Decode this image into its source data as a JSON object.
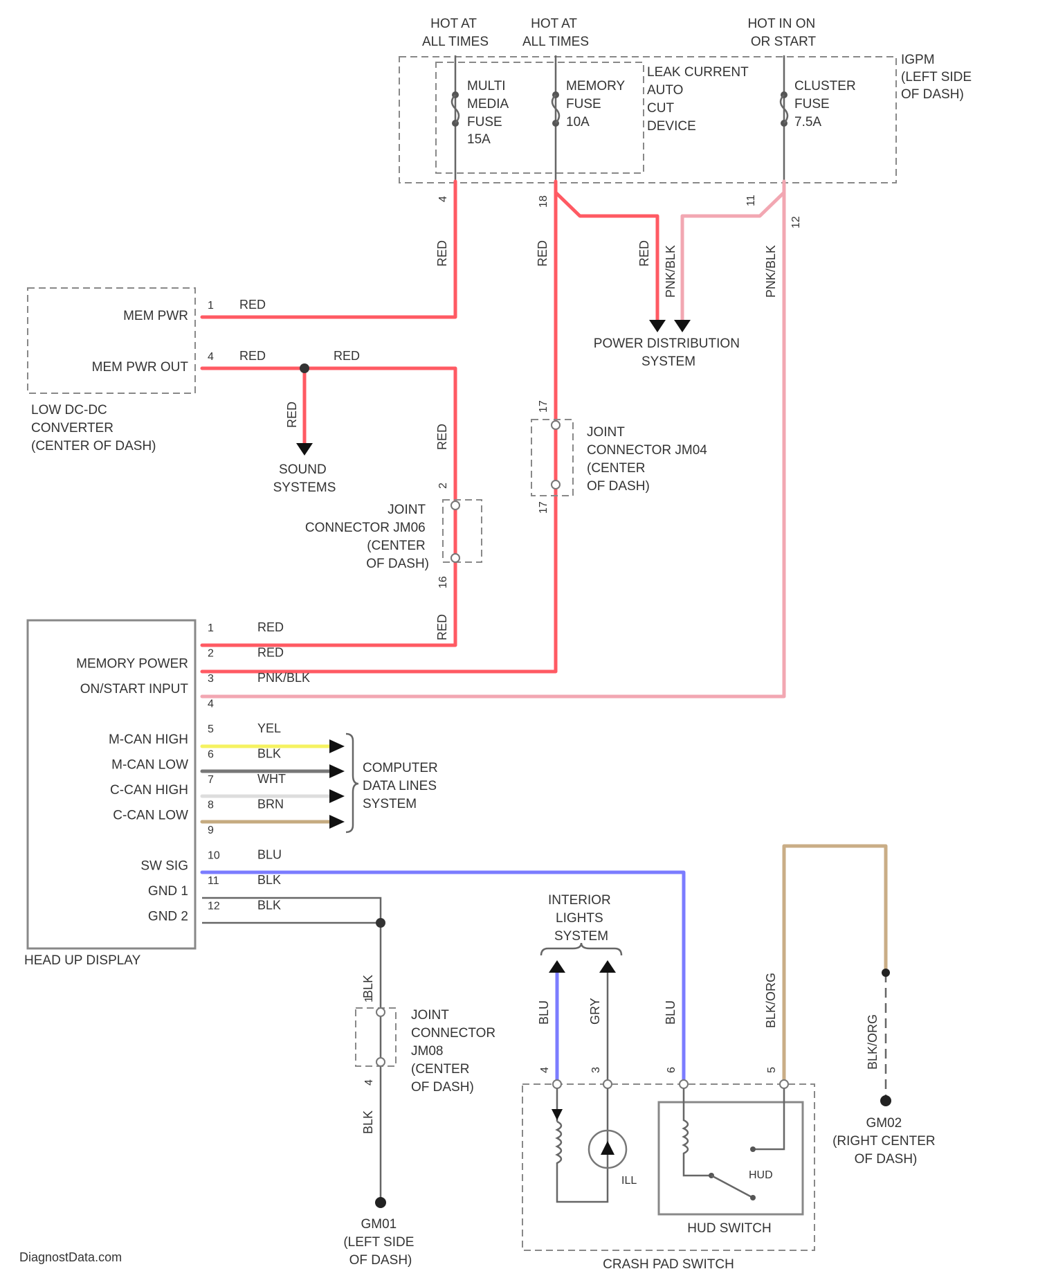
{
  "diagram": {
    "fuse_headers": {
      "hot1": [
        "HOT AT",
        "ALL TIMES"
      ],
      "hot2": [
        "HOT AT",
        "ALL TIMES"
      ],
      "hot3": [
        "HOT IN ON",
        "OR START"
      ]
    },
    "ijb": [
      "IGPM",
      "(LEFT SIDE",
      "OF DASH)"
    ],
    "fuses": {
      "multimedia": [
        "MULTI",
        "MEDIA",
        "FUSE",
        "15A"
      ],
      "memory": [
        "MEMORY",
        "FUSE",
        "10A"
      ],
      "leak": [
        "LEAK CURRENT",
        "AUTO",
        "CUT",
        "DEVICE"
      ],
      "cluster": [
        "CLUSTER",
        "FUSE",
        "7.5A"
      ]
    },
    "fuse_pins": {
      "p1": "4",
      "p2": "18",
      "p3": "11",
      "p4": "12"
    },
    "low_dcdc": {
      "pins": [
        {
          "num": "1",
          "name": "MEM PWR",
          "color": "RED"
        },
        {
          "num": "4",
          "name": "MEM PWR OUT",
          "color": "RED"
        }
      ],
      "label": [
        "LOW DC-DC",
        "CONVERTER",
        "(CENTER OF DASH)"
      ]
    },
    "sound": [
      "SOUND",
      "SYSTEMS"
    ],
    "power_dist": [
      "POWER DISTRIBUTION",
      "SYSTEM"
    ],
    "joint_a": {
      "label": [
        "JOINT",
        "CONNECTOR JM06",
        "(CENTER",
        "OF DASH)"
      ],
      "pin_top": "2",
      "pin_bottom": "16"
    },
    "joint_b": {
      "label": [
        "JOINT",
        "CONNECTOR JM04",
        "(CENTER",
        "OF DASH)"
      ],
      "pin_top": "17",
      "pin_bottom": "17"
    },
    "joint_c": {
      "label": [
        "JOINT",
        "CONNECTOR",
        "JM08",
        "(CENTER",
        "OF DASH)"
      ],
      "pin_top": "1",
      "pin_bottom": "4"
    },
    "hud": {
      "title": "HEAD UP DISPLAY",
      "pins": [
        {
          "num": "1",
          "name": "",
          "color": "RED"
        },
        {
          "num": "2",
          "name": "MEMORY POWER",
          "color": "RED"
        },
        {
          "num": "3",
          "name": "ON/START INPUT",
          "color": "PNK/BLK"
        },
        {
          "num": "4",
          "name": "",
          "color": ""
        },
        {
          "num": "5",
          "name": "M-CAN HIGH",
          "color": "YEL"
        },
        {
          "num": "6",
          "name": "M-CAN LOW",
          "color": "BLK"
        },
        {
          "num": "7",
          "name": "C-CAN HIGH",
          "color": "WHT"
        },
        {
          "num": "8",
          "name": "C-CAN LOW",
          "color": "BRN"
        },
        {
          "num": "9",
          "name": "",
          "color": ""
        },
        {
          "num": "10",
          "name": "SW SIG",
          "color": "BLU"
        },
        {
          "num": "11",
          "name": "GND 1",
          "color": "BLK"
        },
        {
          "num": "12",
          "name": "GND 2",
          "color": "BLK"
        }
      ]
    },
    "computer_data": [
      "COMPUTER",
      "DATA LINES",
      "SYSTEM"
    ],
    "interior_lights": [
      "INTERIOR",
      "LIGHTS",
      "SYSTEM"
    ],
    "crash_pad": {
      "title": "CRASH PAD SWITCH",
      "pins": [
        "4",
        "3",
        "6",
        "5"
      ],
      "ill": "ILL",
      "hud_label": "HUD",
      "hud_switch": "HUD SWITCH"
    },
    "ground1": [
      "GM01",
      "(LEFT SIDE",
      "OF DASH)"
    ],
    "ground2": [
      "GM02",
      "(RIGHT CENTER",
      "OF DASH)"
    ],
    "wire_colors": {
      "red": "RED",
      "pnkblk": "PNK/BLK",
      "blk": "BLK",
      "blu": "BLU",
      "gry": "GRY",
      "blkorg": "BLK/ORG"
    },
    "colors": {
      "red": "#ff5a63",
      "pink": "#f2a7b2",
      "yellow": "#f5f260",
      "black": "#777777",
      "white": "#dddddd",
      "brown": "#c5ab80",
      "blue": "#7b7cff",
      "tan": "#c9ad86"
    },
    "watermark": "DiagnostData.com"
  }
}
